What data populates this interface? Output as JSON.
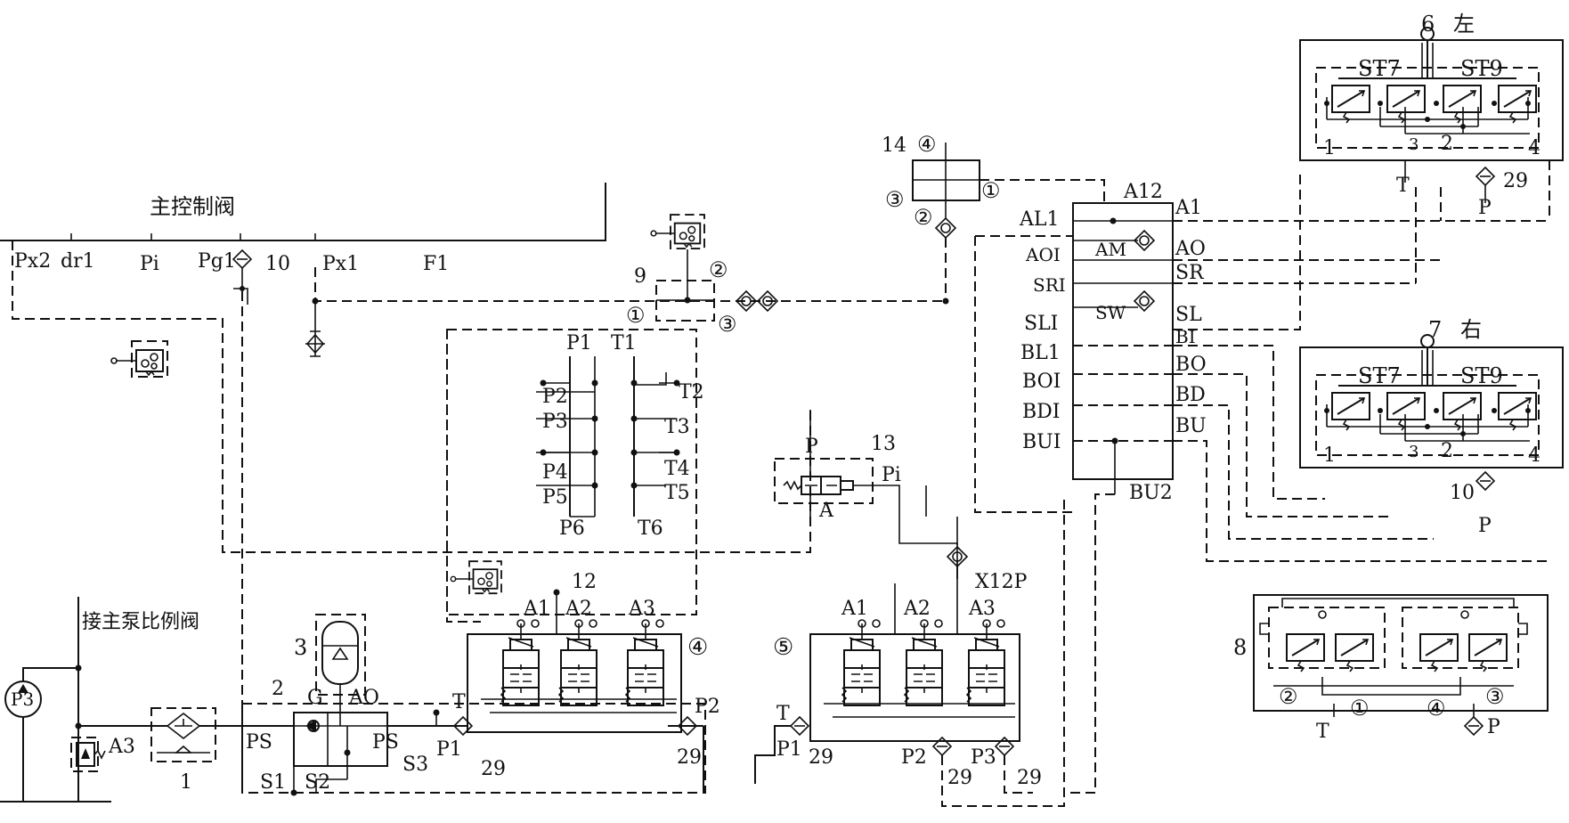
{
  "main_valve": {
    "title": "主控制阀",
    "ports": [
      "Px2",
      "dr1",
      "Pi",
      "Pg1",
      "10",
      "Px1",
      "F1"
    ]
  },
  "pump_side": {
    "pump": "P3",
    "connect_label": "接主泵比例阀",
    "a3": "A3",
    "filter_no": "1"
  },
  "accumulator_block": {
    "no_2": "2",
    "no_3": "3",
    "g": "G",
    "ao": "AO",
    "ps_left": "PS",
    "ps_right": "PS",
    "s1": "S1",
    "s2": "S2",
    "s3": "S3"
  },
  "valve9": {
    "no": "9",
    "c1": "①",
    "c2": "②",
    "c3": "③"
  },
  "manifold": {
    "left_ports": [
      "P1",
      "P2",
      "P3",
      "P4",
      "P5",
      "P6"
    ],
    "right_ports": [
      "T1",
      "T2",
      "T3",
      "T4",
      "T5",
      "T6"
    ]
  },
  "valve13": {
    "no": "13",
    "p": "P",
    "pi": "Pi",
    "a": "A"
  },
  "valve14": {
    "no": "14",
    "c1": "①",
    "c2": "②",
    "c3": "③",
    "c4": "④"
  },
  "joint_block": {
    "a12": "A12",
    "left": [
      "AL1",
      "AOI",
      "SRI",
      "SLI",
      "BL1",
      "BOI",
      "BDI",
      "BUI"
    ],
    "right": [
      "A1",
      "AO",
      "SR",
      "SL",
      "BI",
      "BO",
      "BD",
      "BU"
    ],
    "am": "AM",
    "sw": "SW",
    "bu2": "BU2"
  },
  "solenoid4": {
    "no": "④",
    "a1": "A1",
    "a2": "A2",
    "a3": "A3",
    "t": "T",
    "p1": "P1",
    "p2": "P2",
    "f29a": "29",
    "f29b": "29",
    "no12": "12"
  },
  "solenoid5": {
    "no": "⑤",
    "a1": "A1",
    "a2": "A2",
    "a3": "A3",
    "t": "T",
    "p1": "P1",
    "p2": "P2",
    "p3": "P3",
    "x12p": "X12P",
    "f29a": "29",
    "f29b": "29",
    "f29c": "29"
  },
  "pilot_left": {
    "no": "6",
    "side": "左",
    "st7": "ST7",
    "st9": "ST9",
    "p1": "1",
    "p2": "2",
    "p3": "3",
    "p4": "4",
    "t": "T",
    "p": "P",
    "filter": "29"
  },
  "pilot_right": {
    "no": "7",
    "side": "右",
    "st7": "ST7",
    "st9": "ST9",
    "p1": "1",
    "p2": "2",
    "p3": "3",
    "p4": "4",
    "p": "P",
    "filter": "10"
  },
  "pedal8": {
    "no": "8",
    "c1": "①",
    "c2": "②",
    "c3": "③",
    "c4": "④",
    "t": "T",
    "p": "P"
  }
}
